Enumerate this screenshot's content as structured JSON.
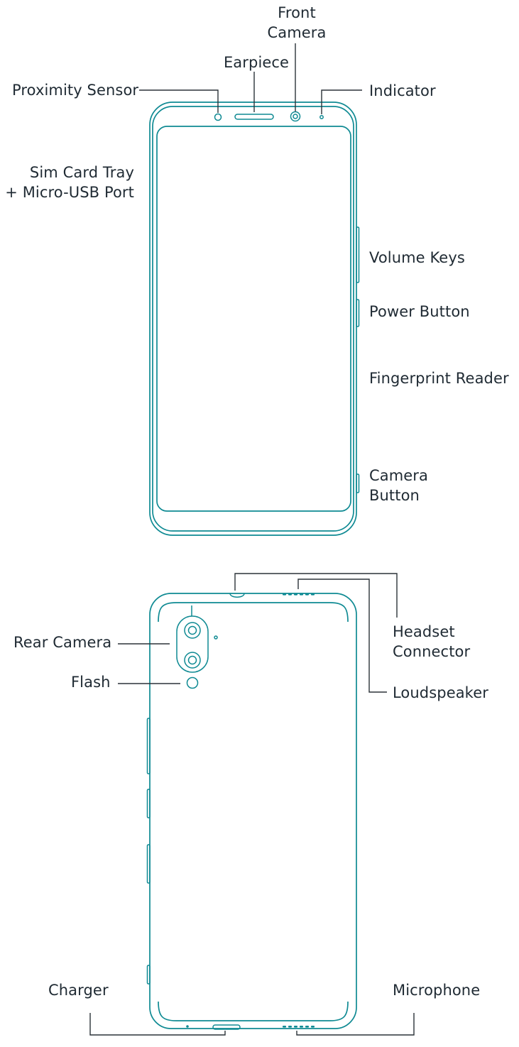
{
  "colors": {
    "outline": "#0f8a93",
    "leader_line": "#2b3238",
    "text": "#1f2a33",
    "background": "#ffffff"
  },
  "front_view": {
    "labels": {
      "front_camera": [
        "Front",
        "Camera"
      ],
      "earpiece": "Earpiece",
      "proximity_sensor": "Proximity Sensor",
      "indicator": "Indicator",
      "sim_card_tray": [
        "Sim Card Tray",
        "+ Micro-USB Port"
      ],
      "volume_keys": "Volume Keys",
      "power_button": "Power Button",
      "fingerprint_reader": "Fingerprint Reader",
      "camera_button": [
        "Camera",
        "Button"
      ]
    }
  },
  "back_view": {
    "labels": {
      "rear_camera": "Rear Camera",
      "flash": "Flash",
      "headset_connector": [
        "Headset",
        "Connector"
      ],
      "loudspeaker": "Loudspeaker",
      "charger": "Charger",
      "microphone": "Microphone"
    }
  }
}
